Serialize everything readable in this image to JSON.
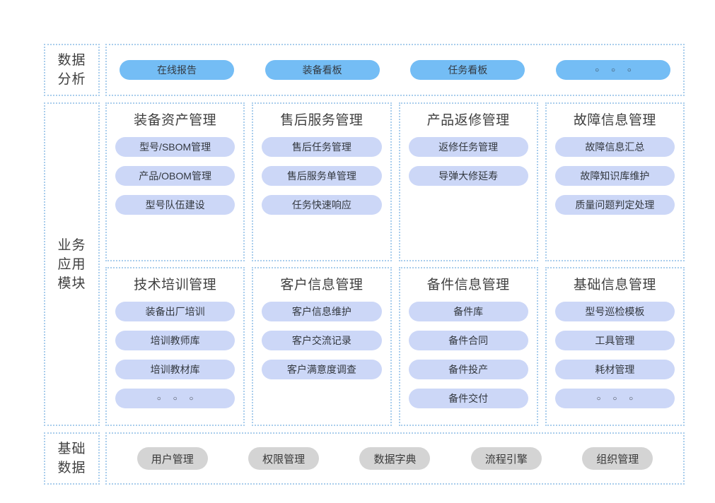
{
  "layers": {
    "analytics": {
      "caption_lines": [
        "数据",
        "分析"
      ],
      "items": [
        {
          "label": "在线报告",
          "kind": "pill"
        },
        {
          "label": "装备看板",
          "kind": "pill"
        },
        {
          "label": "任务看板",
          "kind": "pill"
        },
        {
          "label": "○ ○ ○",
          "kind": "ellipsis"
        }
      ]
    },
    "business": {
      "caption_lines": [
        "业务",
        "应用",
        "模块"
      ],
      "rows": [
        {
          "cards": [
            {
              "title": "装备资产管理",
              "items": [
                {
                  "label": "型号/SBOM管理",
                  "kind": "pill"
                },
                {
                  "label": "产品/OBOM管理",
                  "kind": "pill"
                },
                {
                  "label": "型号队伍建设",
                  "kind": "pill"
                }
              ]
            },
            {
              "title": "售后服务管理",
              "items": [
                {
                  "label": "售后任务管理",
                  "kind": "pill"
                },
                {
                  "label": "售后服务单管理",
                  "kind": "pill"
                },
                {
                  "label": "任务快速响应",
                  "kind": "pill"
                }
              ]
            },
            {
              "title": "产品返修管理",
              "items": [
                {
                  "label": "返修任务管理",
                  "kind": "pill"
                },
                {
                  "label": "导弹大修延寿",
                  "kind": "pill"
                }
              ]
            },
            {
              "title": "故障信息管理",
              "items": [
                {
                  "label": "故障信息汇总",
                  "kind": "pill"
                },
                {
                  "label": "故障知识库维护",
                  "kind": "pill"
                },
                {
                  "label": "质量问题判定处理",
                  "kind": "pill"
                }
              ]
            }
          ]
        },
        {
          "cards": [
            {
              "title": "技术培训管理",
              "items": [
                {
                  "label": "装备出厂培训",
                  "kind": "pill"
                },
                {
                  "label": "培训教师库",
                  "kind": "pill"
                },
                {
                  "label": "培训教材库",
                  "kind": "pill"
                },
                {
                  "label": "○ ○ ○",
                  "kind": "ellipsis"
                }
              ]
            },
            {
              "title": "客户信息管理",
              "items": [
                {
                  "label": "客户信息维护",
                  "kind": "pill"
                },
                {
                  "label": "客户交流记录",
                  "kind": "pill"
                },
                {
                  "label": "客户满意度调查",
                  "kind": "pill"
                }
              ]
            },
            {
              "title": "备件信息管理",
              "items": [
                {
                  "label": "备件库",
                  "kind": "pill"
                },
                {
                  "label": "备件合同",
                  "kind": "pill"
                },
                {
                  "label": "备件投产",
                  "kind": "pill"
                },
                {
                  "label": "备件交付",
                  "kind": "pill"
                }
              ]
            },
            {
              "title": "基础信息管理",
              "items": [
                {
                  "label": "型号巡检模板",
                  "kind": "pill"
                },
                {
                  "label": "工具管理",
                  "kind": "pill"
                },
                {
                  "label": "耗材管理",
                  "kind": "pill"
                },
                {
                  "label": "○ ○ ○",
                  "kind": "ellipsis"
                }
              ]
            }
          ]
        }
      ]
    },
    "base_data": {
      "caption_lines": [
        "基础",
        "数据"
      ],
      "items": [
        {
          "label": "用户管理"
        },
        {
          "label": "权限管理"
        },
        {
          "label": "数据字典"
        },
        {
          "label": "流程引擎"
        },
        {
          "label": "组织管理"
        }
      ]
    }
  },
  "colors": {
    "pill_blue": "#74bdf5",
    "pill_lavender": "#ccd7f7",
    "pill_gray": "#d4d4d4",
    "border_dotted": "#a9cdec",
    "background": "#ffffff",
    "text": "#3d3d3d"
  }
}
